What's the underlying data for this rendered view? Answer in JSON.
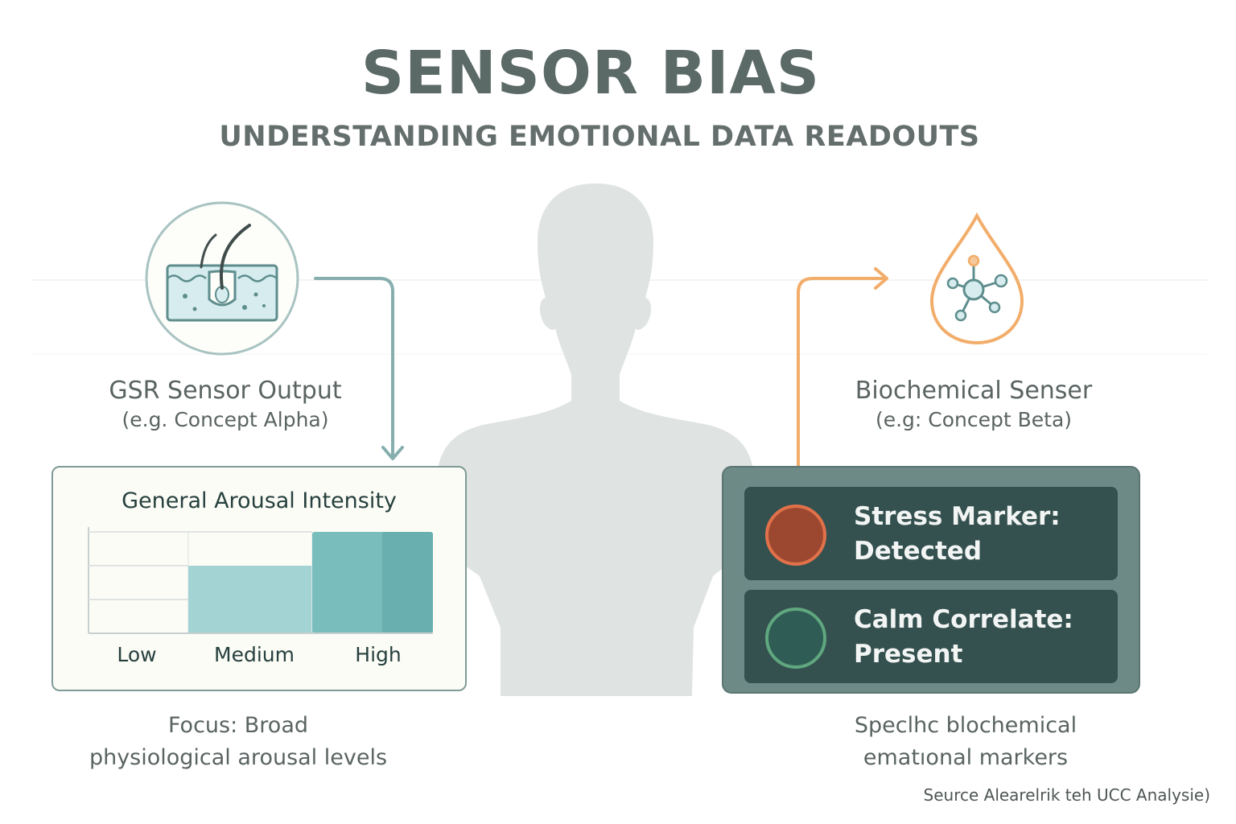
{
  "title": "SENSOR BIAS",
  "subtitle": "UNDERSTANDING EMOTIONAL DATA READOUTS",
  "left": {
    "sensor_name": "GSR Sensor Output",
    "sensor_example": "(e.g. Concept Alpha)",
    "card_title": "General Arousal Intensity",
    "focus_line1": "Focus: Broad",
    "focus_line2": "physiological arousal levels",
    "icon": "skin-hair-follicle-icon"
  },
  "right": {
    "sensor_name": "Biochemical Senser",
    "sensor_example": "(e.g: Concept Beta)",
    "markers": [
      {
        "label_line1": "Stress Marker:",
        "label_line2": "Detected",
        "color": "#9c4830",
        "ring": "#e0714a"
      },
      {
        "label_line1": "Calm Correlate:",
        "label_line2": "Present",
        "color": "#2f5c54",
        "ring": "#5fa77f"
      }
    ],
    "focus_line1": "Speclhc blochemical",
    "focus_line2": "ematıonal markers",
    "icon": "droplet-molecule-icon"
  },
  "source": "Seurce  Alearelrik teh  UCC Analysie)",
  "colors": {
    "teal_arrow": "#87aeae",
    "orange_arrow": "#f2ad6a",
    "silhouette": "#dfe3e1"
  },
  "chart_data": {
    "type": "bar",
    "title": "General Arousal Intensity",
    "categories": [
      "Low",
      "Medium",
      "High"
    ],
    "values": [
      0,
      2,
      3
    ],
    "ylim": [
      0,
      3
    ],
    "colors": [
      "#ffffff",
      "#a4d3d3",
      "#79bdbd"
    ],
    "grid": true
  }
}
